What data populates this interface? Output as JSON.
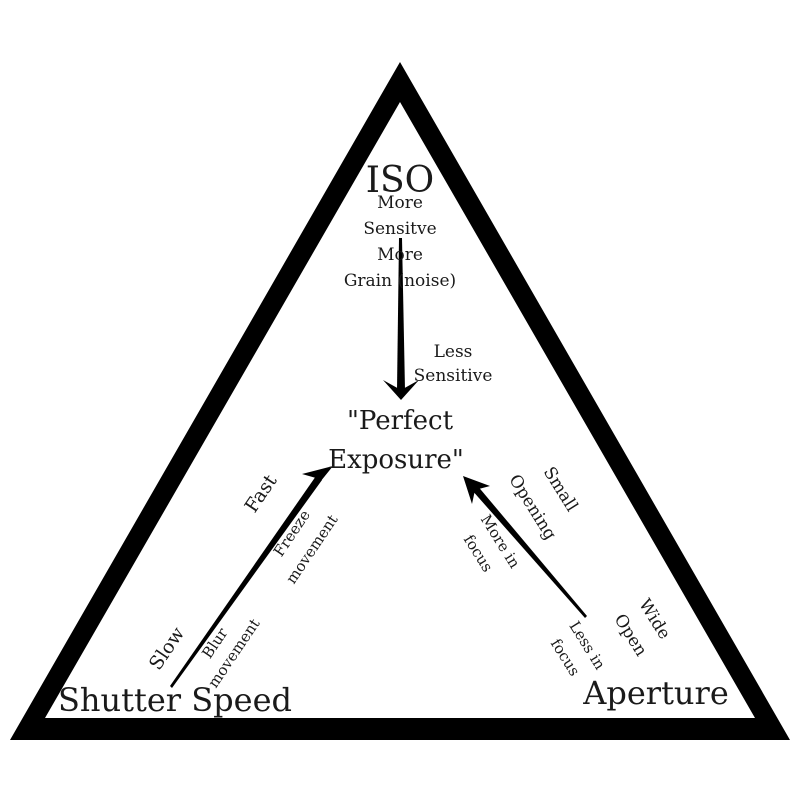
{
  "diagram": {
    "iso": {
      "title": "ISO",
      "high_line1": "More",
      "high_line2": "Sensitve",
      "high_line3": "More",
      "high_line4": "Grain (noise)",
      "low_line1": "Less",
      "low_line2": "Sensitive"
    },
    "center": {
      "line1": "\"Perfect",
      "line2": "Exposure\""
    },
    "shutter": {
      "title": "Shutter Speed",
      "fast": "Fast",
      "slow": "Slow",
      "freeze_line1": "Freeze",
      "freeze_line2": "movement",
      "blur_line1": "Blur",
      "blur_line2": "movement"
    },
    "aperture": {
      "title": "Aperture",
      "small_line1": "Small",
      "small_line2": "Opening",
      "wide_line1": "Wide",
      "wide_line2": "Open",
      "more_focus_line1": "More in",
      "more_focus_line2": "focus",
      "less_focus_line1": "Less in",
      "less_focus_line2": "focus"
    },
    "colors": {
      "stroke": "#000000",
      "background": "#ffffff",
      "text": "#1a1a1a"
    }
  }
}
